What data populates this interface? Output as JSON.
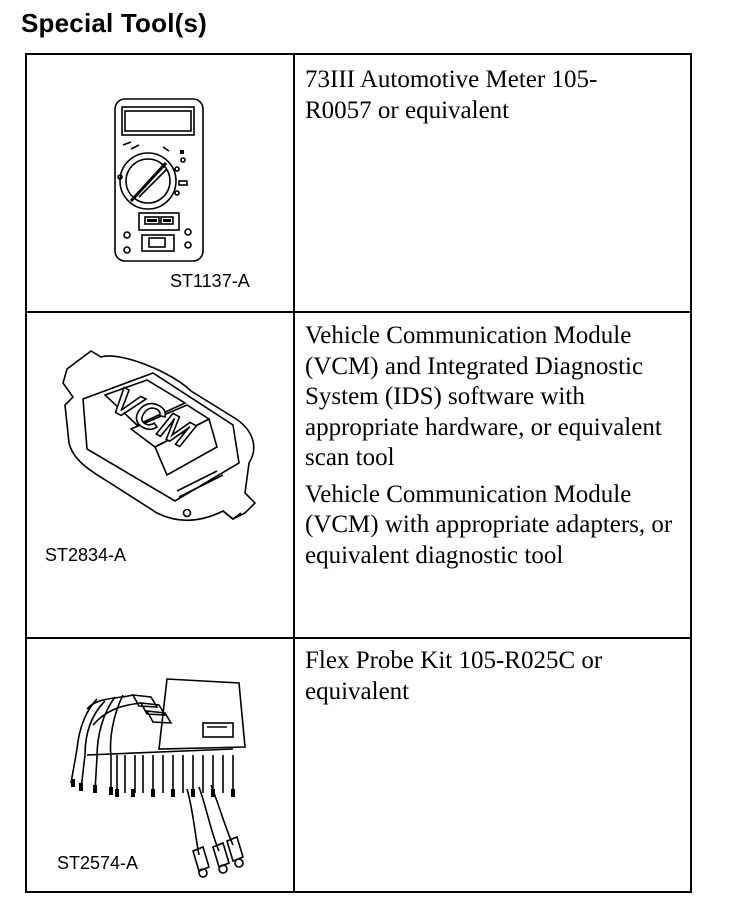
{
  "heading": "Special Tool(s)",
  "tools": [
    {
      "code": "ST1137-A",
      "illustration": "multimeter-icon",
      "descriptions": [
        "73III Automotive Meter 105-R0057 or equivalent"
      ]
    },
    {
      "code": "ST2834-A",
      "illustration": "vcm-module-icon",
      "label_on_device": "VCM",
      "descriptions": [
        "Vehicle Communication Module (VCM) and Integrated Diagnostic System (IDS) software with appropriate hardware, or equivalent scan tool",
        "Vehicle Communication Module (VCM) with appropriate adapters, or equivalent diagnostic tool"
      ]
    },
    {
      "code": "ST2574-A",
      "illustration": "flex-probe-kit-icon",
      "descriptions": [
        "Flex Probe Kit 105-R025C or equivalent"
      ]
    }
  ]
}
